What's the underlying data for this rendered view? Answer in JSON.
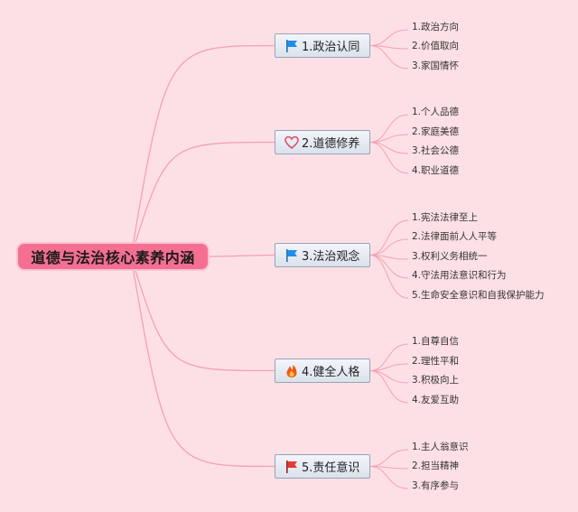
{
  "root": {
    "title": "道德与法治核心素养内涵"
  },
  "colors": {
    "background": "#fde0e6",
    "connector": "#f4a0b6",
    "root_fill": "#f56f92",
    "flag_blue": "#1f8ee8",
    "flag_red": "#e53935"
  },
  "branches": [
    {
      "label": "1.政治认同",
      "icon": "blue-flag-icon",
      "items": [
        "1.政治方向",
        "2.价值取向",
        "3.家国情怀"
      ]
    },
    {
      "label": "2.道德修养",
      "icon": "heart-icon",
      "items": [
        "1.个人品德",
        "2.家庭美德",
        "3.社会公德",
        "4.职业道德"
      ]
    },
    {
      "label": "3.法治观念",
      "icon": "blue-flag-icon",
      "items": [
        "1.宪法法律至上",
        "2.法律面前人人平等",
        "3.权利义务相统一",
        "4.守法用法意识和行为",
        "5.生命安全意识和自我保护能力"
      ]
    },
    {
      "label": "4.健全人格",
      "icon": "fire-icon",
      "items": [
        "1.自尊自信",
        "2.理性平和",
        "3.积极向上",
        "4.友爱互助"
      ]
    },
    {
      "label": "5.责任意识",
      "icon": "red-flag-icon",
      "items": [
        "1.主人翁意识",
        "2.担当精神",
        "3.有序参与"
      ]
    }
  ]
}
